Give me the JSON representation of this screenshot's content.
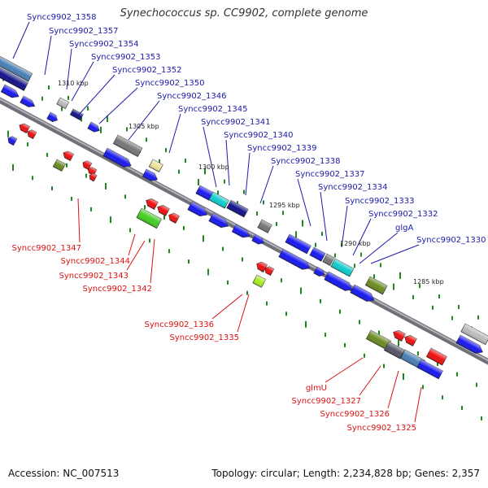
{
  "title": "Synechococcus sp. CC9902, complete genome",
  "footer": {
    "accession": "Accession: NC_007513",
    "summary": "Topology: circular; Length: 2,234,828 bp; Genes: 2,357"
  },
  "colors": {
    "label_top": "#1a1aaa",
    "label_bottom": "#dd1111",
    "backbone": "#707078",
    "tick": "#1a8a1a"
  },
  "kbp_labels": [
    "1310 kbp",
    "1305 kbp",
    "1300 kbp",
    "1295 kbp",
    "1290 kbp",
    "1285 kbp"
  ],
  "labels_top": [
    "Syncc9902_1358",
    "Syncc9902_1357",
    "Syncc9902_1354",
    "Syncc9902_1353",
    "Syncc9902_1352",
    "Syncc9902_1350",
    "Syncc9902_1346",
    "Syncc9902_1345",
    "Syncc9902_1341",
    "Syncc9902_1340",
    "Syncc9902_1339",
    "Syncc9902_1338",
    "Syncc9902_1337",
    "Syncc9902_1334",
    "Syncc9902_1333",
    "Syncc9902_1332",
    "glgA",
    "Syncc9902_1330"
  ],
  "labels_bottom": [
    "Syncc9902_1347",
    "Syncc9902_1344",
    "Syncc9902_1343",
    "Syncc9902_1342",
    "Syncc9902_1336",
    "Syncc9902_1335",
    "glmU",
    "Syncc9902_1327",
    "Syncc9902_1326",
    "Syncc9902_1325"
  ]
}
